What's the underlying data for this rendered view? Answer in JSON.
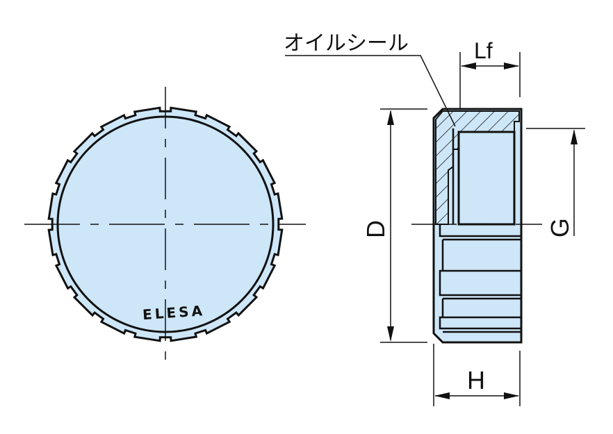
{
  "labels": {
    "oil_seal": "オイルシール",
    "lf": "Lf",
    "d": "D",
    "g": "G",
    "h": "H"
  },
  "logo_text": "ELESA",
  "colors": {
    "fill": "#cde6f8",
    "line": "#111111"
  },
  "knurl_count": 20
}
